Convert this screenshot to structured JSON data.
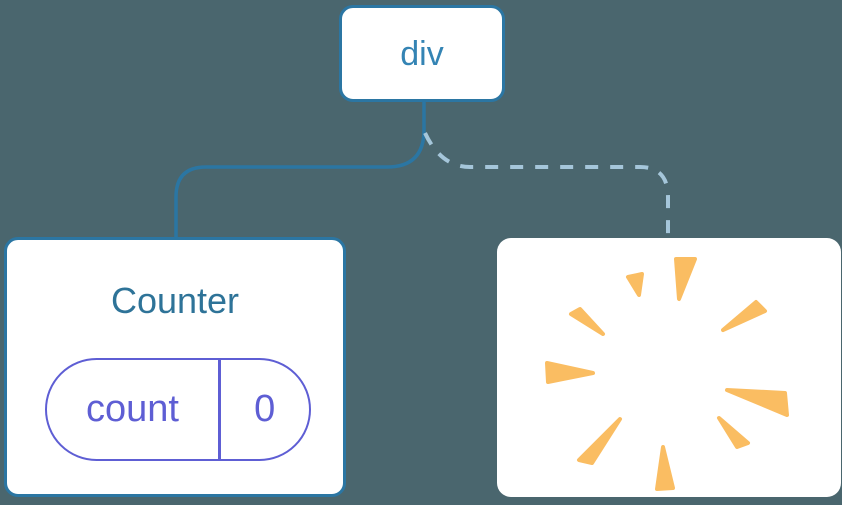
{
  "tree": {
    "root_node": {
      "label": "div"
    },
    "counter_node": {
      "title": "Counter",
      "state_pill": {
        "key_label": "count",
        "value": "0"
      }
    },
    "removed_node": {
      "icon": "poof-explosion-icon"
    }
  },
  "connectors": {
    "counter_connection": "solid",
    "removed_connection": "dashed"
  },
  "colors": {
    "background": "#4a666e",
    "node_background": "#ffffff",
    "node_border_blue": "#2b76a3",
    "root_label_blue": "#3484b4",
    "counter_title_blue": "#2e7398",
    "state_purple": "#5e5ed4",
    "solid_line_blue": "#2b76a3",
    "dashed_line_blue": "#a5c6da",
    "poof_orange": "#fabd62"
  }
}
